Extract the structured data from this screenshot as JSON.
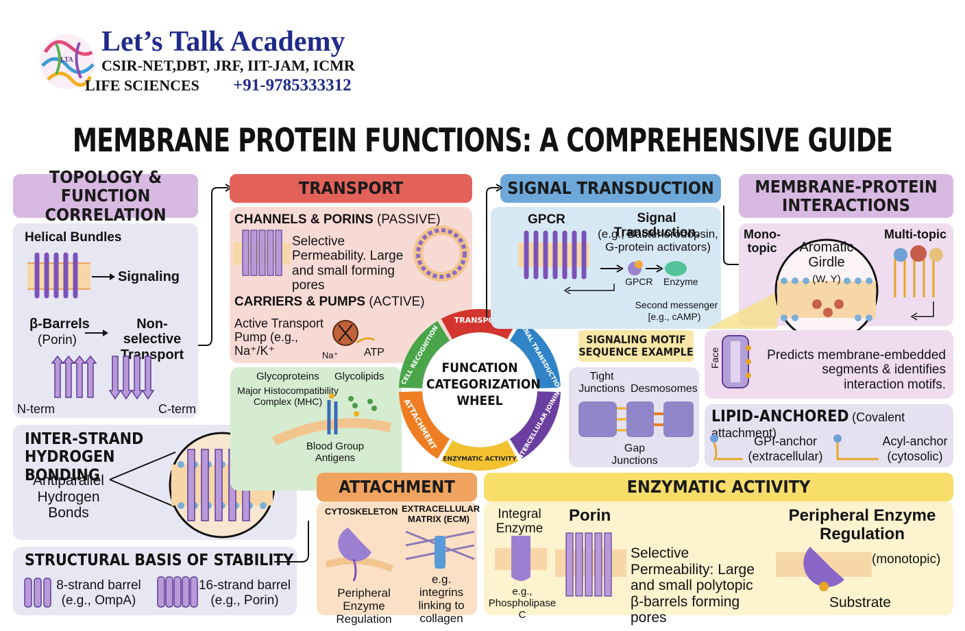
{
  "brand": {
    "name": "Let’s Talk Academy",
    "exams": "CSIR-NET,DBT, JRF, IIT-JAM, ICMR",
    "subject": "LIFE SCIENCES",
    "phone": "+91-9785333312",
    "logo_text": "LTA"
  },
  "title": "MEMBRANE PROTEIN FUNCTIONS: A COMPREHENSIVE GUIDE",
  "topology": {
    "header": "TOPOLOGY & FUNCTION CORRELATION",
    "helical": "Helical Bundles",
    "signaling": "Signaling",
    "barrels": "β-Barrels",
    "porin": "(Porin)",
    "nonselective": "Non-selective Transport",
    "nterm": "N-term",
    "cterm": "C-term"
  },
  "interstrand": {
    "header": "INTER-STRAND HYDROGEN BONDING",
    "desc": "Antiparallel Hydrogen Bonds"
  },
  "stability": {
    "header": "STRUCTURAL BASIS OF STABILITY",
    "eight": "8-strand barrel",
    "eight_eg": "(e.g., OmpA)",
    "sixteen": "16-strand barrel",
    "sixteen_eg": "(e.g., Porin)"
  },
  "transport": {
    "header": "TRANSPORT",
    "channels": "CHANNELS & PORINS",
    "passive": "(PASSIVE)",
    "channels_desc": "Selective Permeability. Large and small forming pores",
    "carriers": "CARRIERS & PUMPS",
    "active": "(ACTIVE)",
    "carriers_desc": "Active Transport Pump (e.g., Na⁺/K⁺",
    "na": "Na⁺",
    "atp": "ATP"
  },
  "recognition": {
    "glycoproteins": "Glycoproteins",
    "glycolipids": "Glycolipids",
    "mhc": "Major Histocompatibility Complex (MHC)",
    "blood": "Blood Group Antigens"
  },
  "wheel": {
    "center": "FUNCATION CATEGORIZATION WHEEL",
    "segments": [
      "TRANSPORT",
      "SIGNAL TRANSDUCTION",
      "INTERCELLULAR JOINING",
      "ENZYMATIC ACTIVITY",
      "ATTACHMENT",
      "CELL RECOGNITION"
    ],
    "colors": [
      "#d2352d",
      "#2f83c6",
      "#6b3fa0",
      "#f2c230",
      "#ef7d22",
      "#4aa54a"
    ]
  },
  "signal": {
    "header": "SIGNAL TRANSDUCTION",
    "gpcr": "GPCR",
    "title": "Signal Transduction.",
    "desc": "(e.g., Bacteriorodopsin, G-protein activators)",
    "gpcr_small": "GPCR",
    "enzyme_small": "Enzyme",
    "second": "Second messenger",
    "camp": "[e.g., cAMP)",
    "motif": "SIGNALING MOTIF SEQUENCE EXAMPLE"
  },
  "joining": {
    "tight": "Tight Junctions",
    "desmosomes": "Desmosomes",
    "gap": "Gap Junctions"
  },
  "interactions": {
    "header": "MEMBRANE-PROTEIN INTERACTIONS",
    "mono": "Mono- topic",
    "multi": "Multi-topic",
    "aromatic": "Aromatic Girdle",
    "wy": "(W, Y)",
    "face": "Face",
    "predicts": "Predicts membrane-embedded segments & identifies interaction motifs."
  },
  "lipid": {
    "header": "LIPID-ANCHORED",
    "covalent": "(Covalent attachment)",
    "gpi": "GPI-anchor",
    "gpi_loc": "(extracellular)",
    "acyl": "Acyl-anchor",
    "acyl_loc": "(cytosolic)"
  },
  "attachment": {
    "header": "ATTACHMENT",
    "cyto": "CYTOSKELETON",
    "ecm": "EXTRACELLULAR MATRIX (ECM)",
    "peripheral": "Peripheral Enzyme Regulation",
    "integrins": "e.g. integrins linking to collagen"
  },
  "enzymatic": {
    "header": "ENZYMATIC ACTIVITY",
    "integral": "Integral Enzyme",
    "eg": "e.g., Phospholipase C",
    "porin": "Porin",
    "porin_desc": "Selective Permeability: Large and small polytopic β-barrels forming pores",
    "peripheral": "Peripheral Enzyme Regulation",
    "monotopic": "(monotopic)",
    "substrate": "Substrate"
  }
}
